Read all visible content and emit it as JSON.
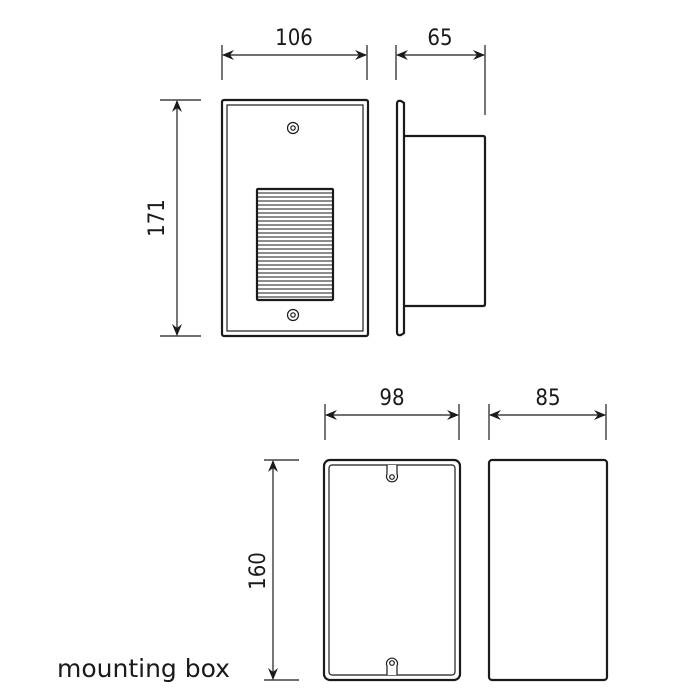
{
  "drawing": {
    "fixture": {
      "width_label": "106",
      "depth_label": "65",
      "height_label": "171"
    },
    "mounting_box": {
      "caption": "mounting box",
      "width_label": "98",
      "depth_label": "85",
      "height_label": "160"
    },
    "colors": {
      "line": "#1a1a1a",
      "background": "#ffffff"
    }
  }
}
